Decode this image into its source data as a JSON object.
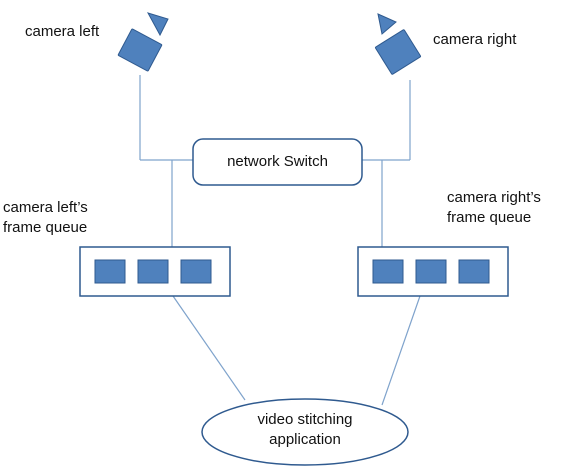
{
  "diagram": {
    "camera_left": {
      "label": "camera left"
    },
    "camera_right": {
      "label": "camera right"
    },
    "network_switch": {
      "label": "network Switch"
    },
    "queue_left": {
      "label_line1": "camera left’s",
      "label_line2": "frame queue",
      "frames": 3
    },
    "queue_right": {
      "label_line1": "camera right’s",
      "label_line2": "frame queue",
      "frames": 3
    },
    "application": {
      "label_line1": "video stitching",
      "label_line2": "application"
    },
    "colors": {
      "shape_fill": "#4f81bd",
      "shape_stroke": "#2f5a8f",
      "line": "#7fa3cc",
      "box_stroke": "#2f5a8f",
      "text": "#111111"
    }
  }
}
